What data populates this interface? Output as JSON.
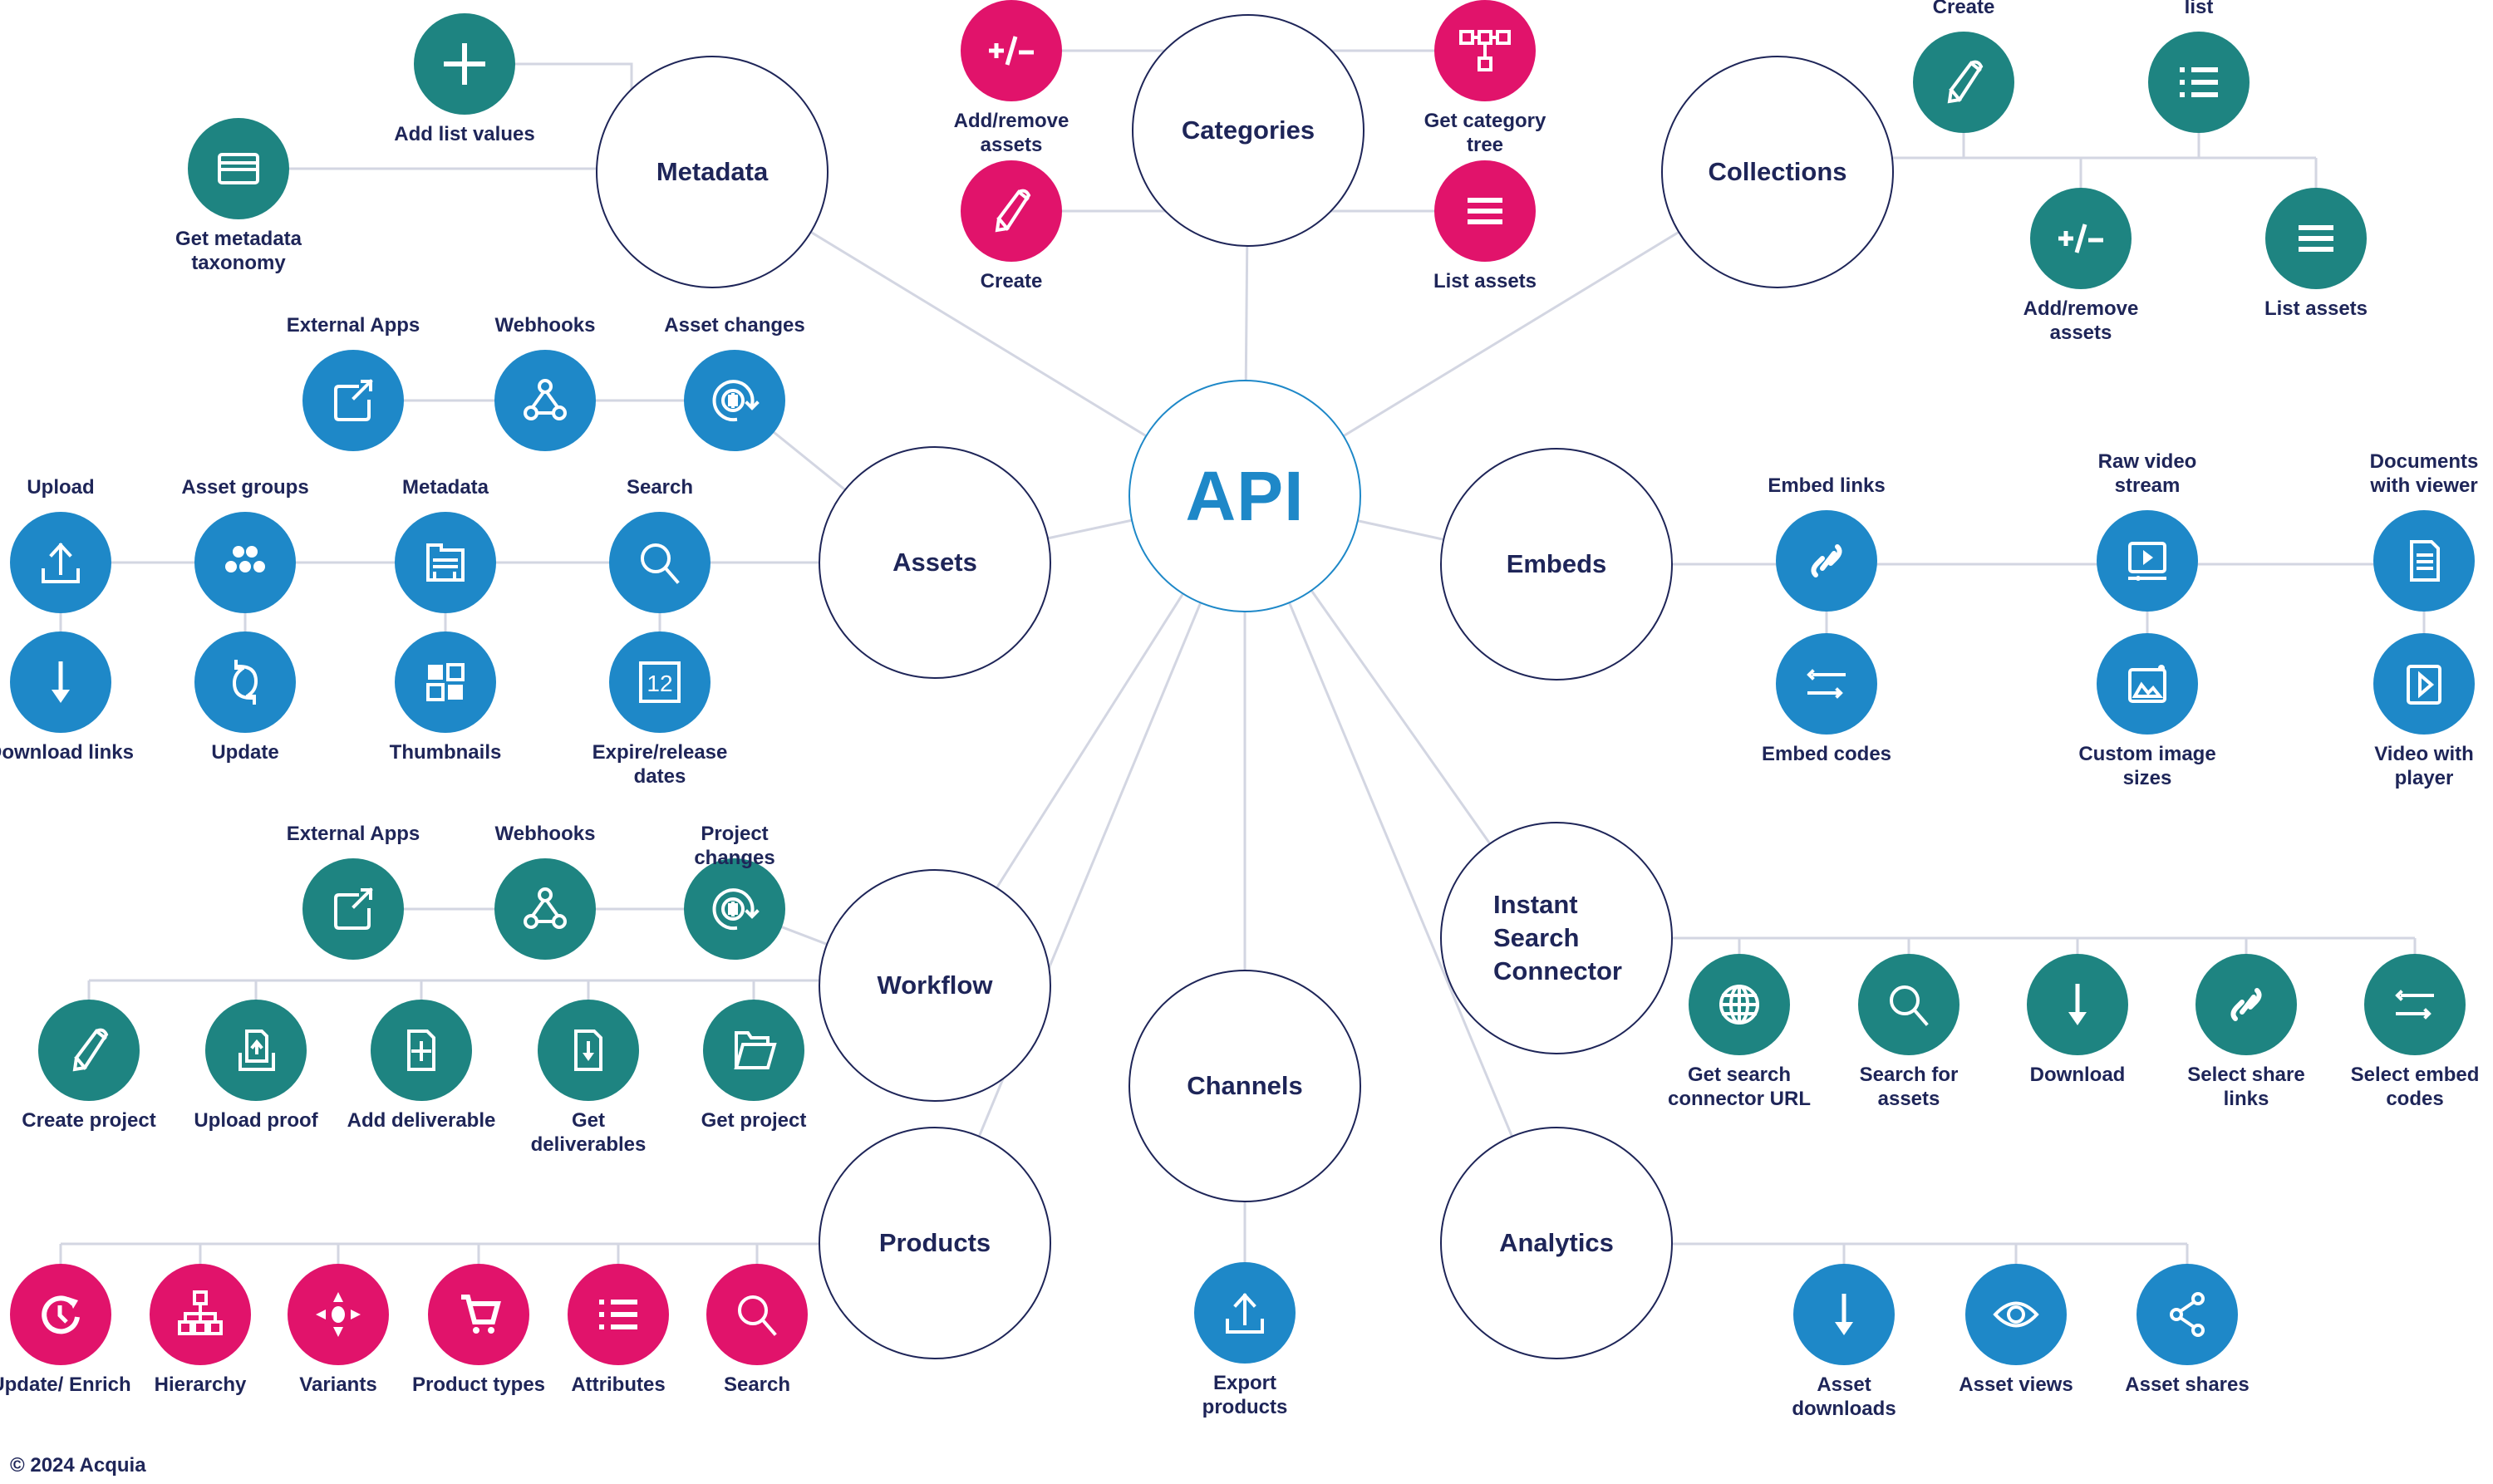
{
  "center": {
    "label": "API",
    "color": "#1e88c8"
  },
  "colors": {
    "teal": "#1e8481",
    "pink": "#e1136b",
    "blue": "#1e88c8",
    "text": "#1e2558",
    "line": "#d3d6e2"
  },
  "hubs": {
    "metadata": "Metadata",
    "categories": "Categories",
    "collections": "Collections",
    "assets": "Assets",
    "embeds": "Embeds",
    "workflow": "Workflow",
    "instant_search": "Instant Search Connector",
    "channels": "Channels",
    "products": "Products",
    "analytics": "Analytics"
  },
  "metadata": [
    {
      "label": "Add list values",
      "icon": "plus-icon"
    },
    {
      "label": "Get metadata taxonomy",
      "icon": "card-icon"
    }
  ],
  "categories": [
    {
      "label": "Add/remove assets",
      "icon": "plus-minus-icon"
    },
    {
      "label": "Create",
      "icon": "pencil-icon"
    },
    {
      "label": "Get category tree",
      "icon": "tree-icon"
    },
    {
      "label": "List assets",
      "icon": "list-icon"
    }
  ],
  "collections": [
    {
      "label": "Create",
      "icon": "pencil-icon"
    },
    {
      "label": "Get collection list",
      "icon": "bullet-list-icon"
    },
    {
      "label": "Add/remove assets",
      "icon": "plus-minus-icon"
    },
    {
      "label": "List assets",
      "icon": "list-icon"
    }
  ],
  "assets": [
    {
      "label": "External Apps",
      "icon": "external-app-icon"
    },
    {
      "label": "Webhooks",
      "icon": "webhook-icon"
    },
    {
      "label": "Asset changes",
      "icon": "changes-icon"
    },
    {
      "label": "Upload",
      "icon": "upload-icon"
    },
    {
      "label": "Asset groups",
      "icon": "groups-icon"
    },
    {
      "label": "Metadata",
      "icon": "metadata-icon"
    },
    {
      "label": "Search",
      "icon": "search-icon"
    },
    {
      "label": "Download links",
      "icon": "download-icon"
    },
    {
      "label": "Update",
      "icon": "refresh-icon"
    },
    {
      "label": "Thumbnails",
      "icon": "thumbnails-icon"
    },
    {
      "label": "Expire/release dates",
      "icon": "calendar-icon"
    }
  ],
  "embeds": [
    {
      "label": "Embed links",
      "icon": "link-icon"
    },
    {
      "label": "Embed codes",
      "icon": "embed-code-icon"
    },
    {
      "label": "Raw video stream",
      "icon": "video-stream-icon"
    },
    {
      "label": "Custom image sizes",
      "icon": "image-icon"
    },
    {
      "label": "Documents with viewer",
      "icon": "document-icon"
    },
    {
      "label": "Video with player",
      "icon": "play-icon"
    }
  ],
  "workflow": [
    {
      "label": "External Apps",
      "icon": "external-app-icon"
    },
    {
      "label": "Webhooks",
      "icon": "webhook-icon"
    },
    {
      "label": "Project changes",
      "icon": "changes-icon"
    },
    {
      "label": "Create project",
      "icon": "pencil-icon"
    },
    {
      "label": "Upload proof",
      "icon": "upload-file-icon"
    },
    {
      "label": "Add deliverable",
      "icon": "add-file-icon"
    },
    {
      "label": "Get deliverables",
      "icon": "download-file-icon"
    },
    {
      "label": "Get project",
      "icon": "folder-icon"
    }
  ],
  "instant_search": [
    {
      "label": "Get search connector URL",
      "icon": "globe-icon"
    },
    {
      "label": "Search for assets",
      "icon": "search-icon"
    },
    {
      "label": "Download",
      "icon": "download-icon"
    },
    {
      "label": "Select share links",
      "icon": "link-icon"
    },
    {
      "label": "Select embed codes",
      "icon": "embed-code-icon"
    }
  ],
  "channels": [
    {
      "label": "Export products",
      "icon": "upload-icon"
    }
  ],
  "products": [
    {
      "label": "Update/ Enrich",
      "icon": "update-clock-icon"
    },
    {
      "label": "Hierarchy",
      "icon": "hierarchy-icon"
    },
    {
      "label": "Variants",
      "icon": "variants-icon"
    },
    {
      "label": "Product types",
      "icon": "cart-icon"
    },
    {
      "label": "Attributes",
      "icon": "bullet-list-icon"
    },
    {
      "label": "Search",
      "icon": "search-icon"
    }
  ],
  "analytics": [
    {
      "label": "Asset downloads",
      "icon": "download-icon"
    },
    {
      "label": "Asset views",
      "icon": "eye-icon"
    },
    {
      "label": "Asset shares",
      "icon": "share-icon"
    }
  ],
  "footer": {
    "copyright": "© 2024 Acquia"
  }
}
